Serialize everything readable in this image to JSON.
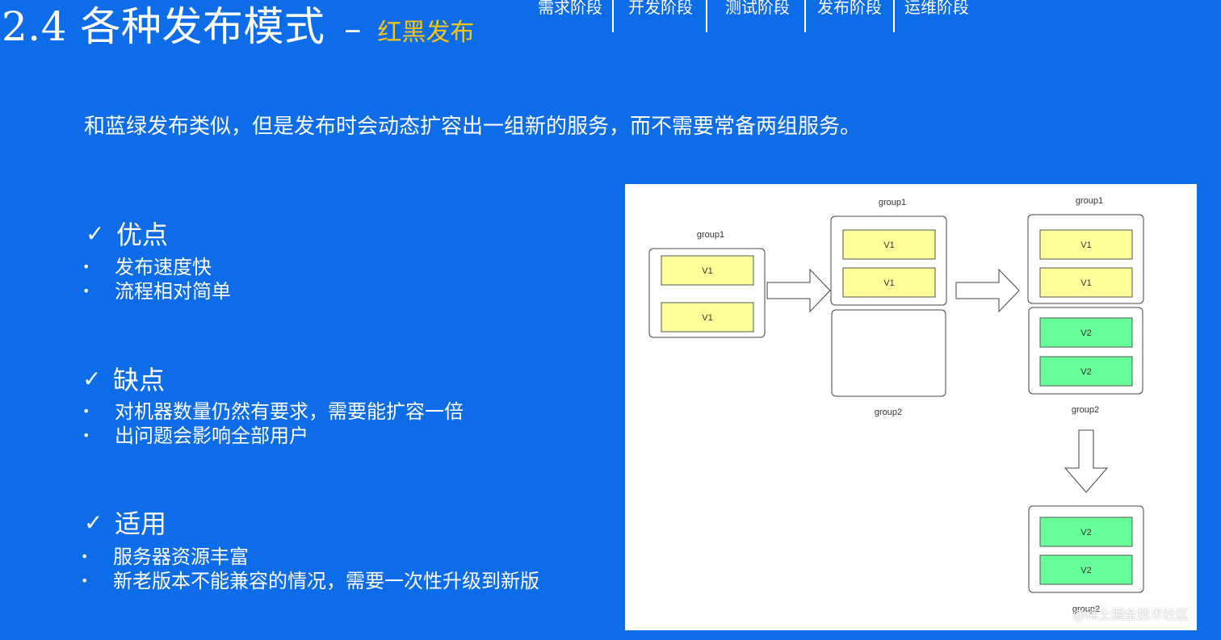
{
  "header": {
    "title": "2.4 各种发布模式",
    "dash": "–",
    "subtitle": "红黑发布",
    "stages": [
      "需求阶段",
      "开发阶段",
      "测试阶段",
      "发布阶段",
      "运维阶段"
    ]
  },
  "intro": "和蓝绿发布类似，但是发布时会动态扩容出一组新的服务，而不需要常备两组服务。",
  "sections": [
    {
      "heading": "优点",
      "items": [
        "发布速度快",
        "流程相对简单"
      ]
    },
    {
      "heading": "缺点",
      "items": [
        "对机器数量仍然有要求，需要能扩容一倍",
        "出问题会影响全部用户"
      ]
    },
    {
      "heading": "适用",
      "items": [
        "服务器资源丰富",
        "新老版本不能兼容的情况，需要一次性升级到新版"
      ]
    }
  ],
  "icons": {
    "check": "check-icon",
    "bullet": "bullet-icon"
  },
  "diagram": {
    "labels": {
      "group1": "group1",
      "group2": "group2",
      "v1": "V1",
      "v2": "V2"
    },
    "colors": {
      "v1_fill": "#ffff99",
      "v2_fill": "#66ff99",
      "background": "#0d6ce7",
      "accent": "#f6c514"
    }
  },
  "watermark": "@稀土掘金技术社区"
}
